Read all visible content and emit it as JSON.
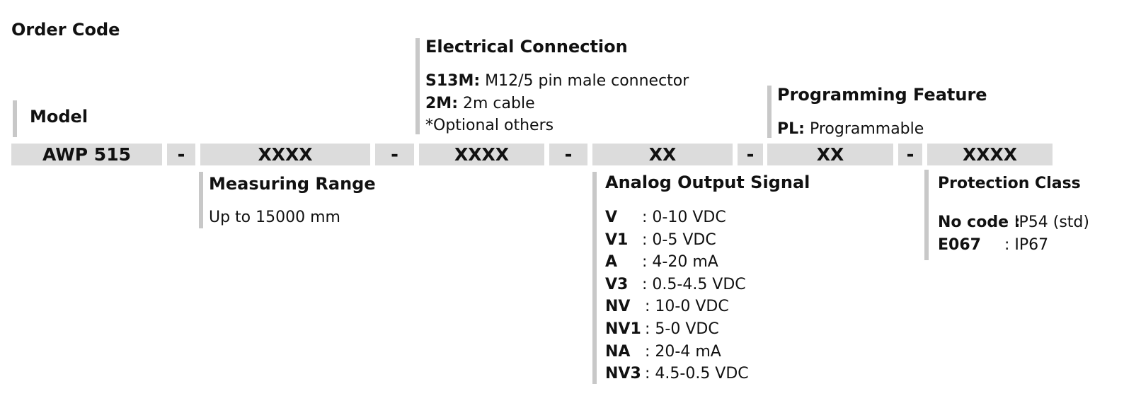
{
  "order_code_title": "Order Code",
  "model": {
    "title": "Model"
  },
  "code_row": {
    "cells": [
      "AWP 515",
      "XXXX",
      "XXXX",
      "XX",
      "XX",
      "XXXX"
    ],
    "separator": "-"
  },
  "electrical_connection": {
    "title": "Electrical Connection",
    "items": [
      {
        "key": "S13M:",
        "value": " M12/5 pin male connector"
      },
      {
        "key": "2M:",
        "value": " 2m cable"
      }
    ],
    "note": "*Optional others"
  },
  "programming_feature": {
    "title": "Programming Feature",
    "items": [
      {
        "key": "PL:",
        "value": " Programmable"
      }
    ]
  },
  "measuring_range": {
    "title": "Measuring Range",
    "text": "Up to 15000 mm"
  },
  "analog_output_signal": {
    "title": "Analog Output Signal",
    "items": [
      {
        "key": "V",
        "value": ": 0-10 VDC"
      },
      {
        "key": "V1",
        "value": ": 0-5 VDC"
      },
      {
        "key": "A",
        "value": ": 4-20 mA"
      },
      {
        "key": "V3",
        "value": ": 0.5-4.5 VDC"
      },
      {
        "key": "NV",
        "value": ": 10-0 VDC"
      },
      {
        "key": "NV1",
        "value": ": 5-0 VDC"
      },
      {
        "key": "NA",
        "value": ": 20-4 mA"
      },
      {
        "key": "NV3",
        "value": ": 4.5-0.5 VDC"
      }
    ]
  },
  "protection_class": {
    "title": "Protection Class",
    "items": [
      {
        "key": "No code :",
        "value": " IP54 (std)"
      },
      {
        "key": "E067",
        "value": ": IP67"
      }
    ]
  }
}
